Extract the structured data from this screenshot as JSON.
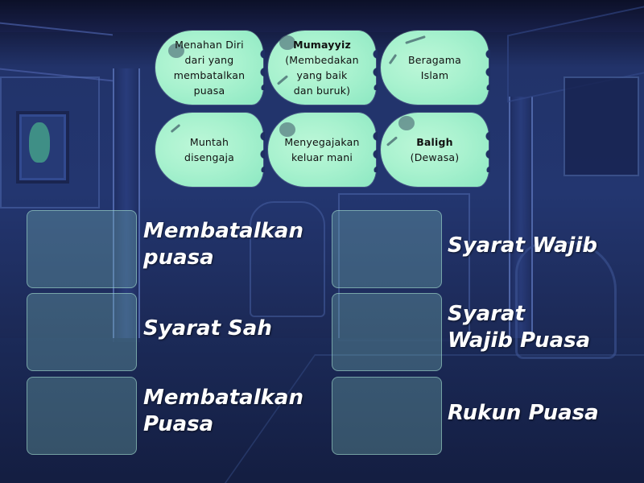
{
  "activity": {
    "type": "match-up",
    "background_scene": "haunted-mansion-room"
  },
  "answer_cards": [
    {
      "id": 1,
      "title": "",
      "text": "Menahan Diri\ndari yang\nmembatalkan\npuasa"
    },
    {
      "id": 2,
      "title": "Mumayyiz",
      "text": "(Membedakan\nyang baik\ndan buruk)"
    },
    {
      "id": 3,
      "title": "",
      "text": "Beragama\nIslam"
    },
    {
      "id": 4,
      "title": "",
      "text": "Muntah\ndisengaja"
    },
    {
      "id": 5,
      "title": "",
      "text": "Menyegajakan\nkeluar mani"
    },
    {
      "id": 6,
      "title": "Baligh",
      "text": "(Dewasa)"
    }
  ],
  "targets": {
    "left": [
      {
        "label": "Membatalkan\npuasa"
      },
      {
        "label": "Syarat Sah"
      },
      {
        "label": "Membatalkan\nPuasa"
      }
    ],
    "right": [
      {
        "label": "Syarat Wajib"
      },
      {
        "label": "Syarat\nWajib Puasa"
      },
      {
        "label": "Rukun Puasa"
      }
    ]
  },
  "colors": {
    "card_fill": "#a9f2cf",
    "slot_fill": "rgba(130,200,190,0.30)",
    "label_text": "#ffffff",
    "background": "#233670"
  }
}
